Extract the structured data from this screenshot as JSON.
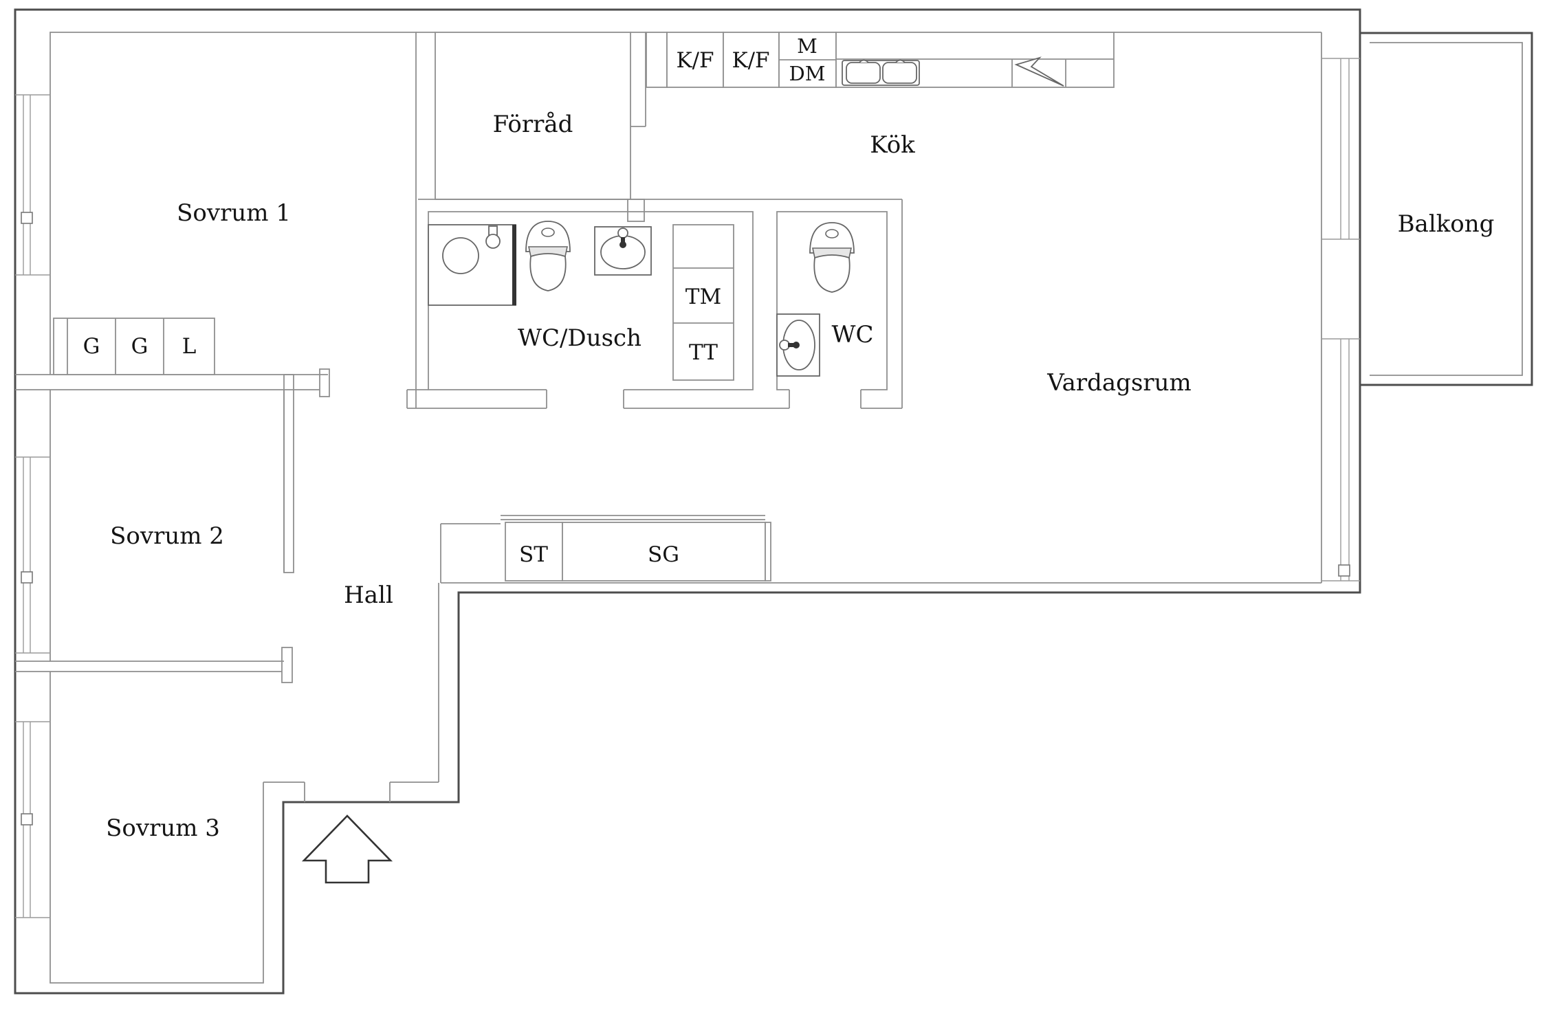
{
  "floor_plan": {
    "background_color": "#ffffff",
    "wall_color_outer": "#4d4d4d",
    "wall_color_inner": "#8f8f8f",
    "text_color": "#141414",
    "labels": {
      "sovrum1": "Sovrum 1",
      "sovrum2": "Sovrum 2",
      "sovrum3": "Sovrum 3",
      "forrad": "Förråd",
      "kok": "Kök",
      "balkong": "Balkong",
      "vardagsrum": "Vardagsrum",
      "hall": "Hall",
      "wc_dusch": "WC/Dusch",
      "wc": "WC",
      "tm": "TM",
      "tt": "TT",
      "st": "ST",
      "sg": "SG",
      "g1": "G",
      "g2": "G",
      "l": "L",
      "kf1": "K/F",
      "kf2": "K/F",
      "m": "M",
      "dm": "DM"
    },
    "icons": {
      "shower": "shower-icon",
      "toilet_wc_dusch": "toilet-icon",
      "toilet_wc": "toilet-icon",
      "washbasin_wc_dusch": "washbasin-icon",
      "washbasin_wc": "washbasin-icon",
      "kitchen_sink": "double-bowl-sink-icon",
      "stove": "stove-icon",
      "entrance": "entrance-arrow-icon",
      "window_handles": "window-handle-icon"
    }
  }
}
